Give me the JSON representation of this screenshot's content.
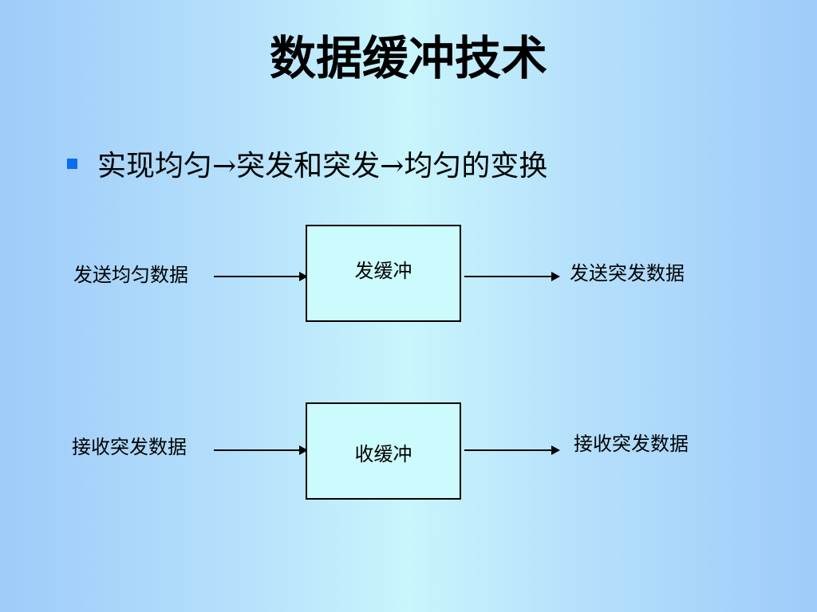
{
  "title": "数据缓冲技术",
  "bullet": "实现均匀→突发和突发→均匀的变换",
  "send_row": {
    "input_label": "发送均匀数据",
    "box_label": "发缓冲",
    "output_label": "发送突发数据"
  },
  "recv_row": {
    "input_label": "接收突发数据",
    "box_label": "收缓冲",
    "output_label": "接收突发数据"
  },
  "colors": {
    "bullet": "#0a6cf0",
    "box_fill": "#ccfbfd",
    "background_center": "#c9f5fd",
    "background_edge": "#9ecbfa"
  }
}
